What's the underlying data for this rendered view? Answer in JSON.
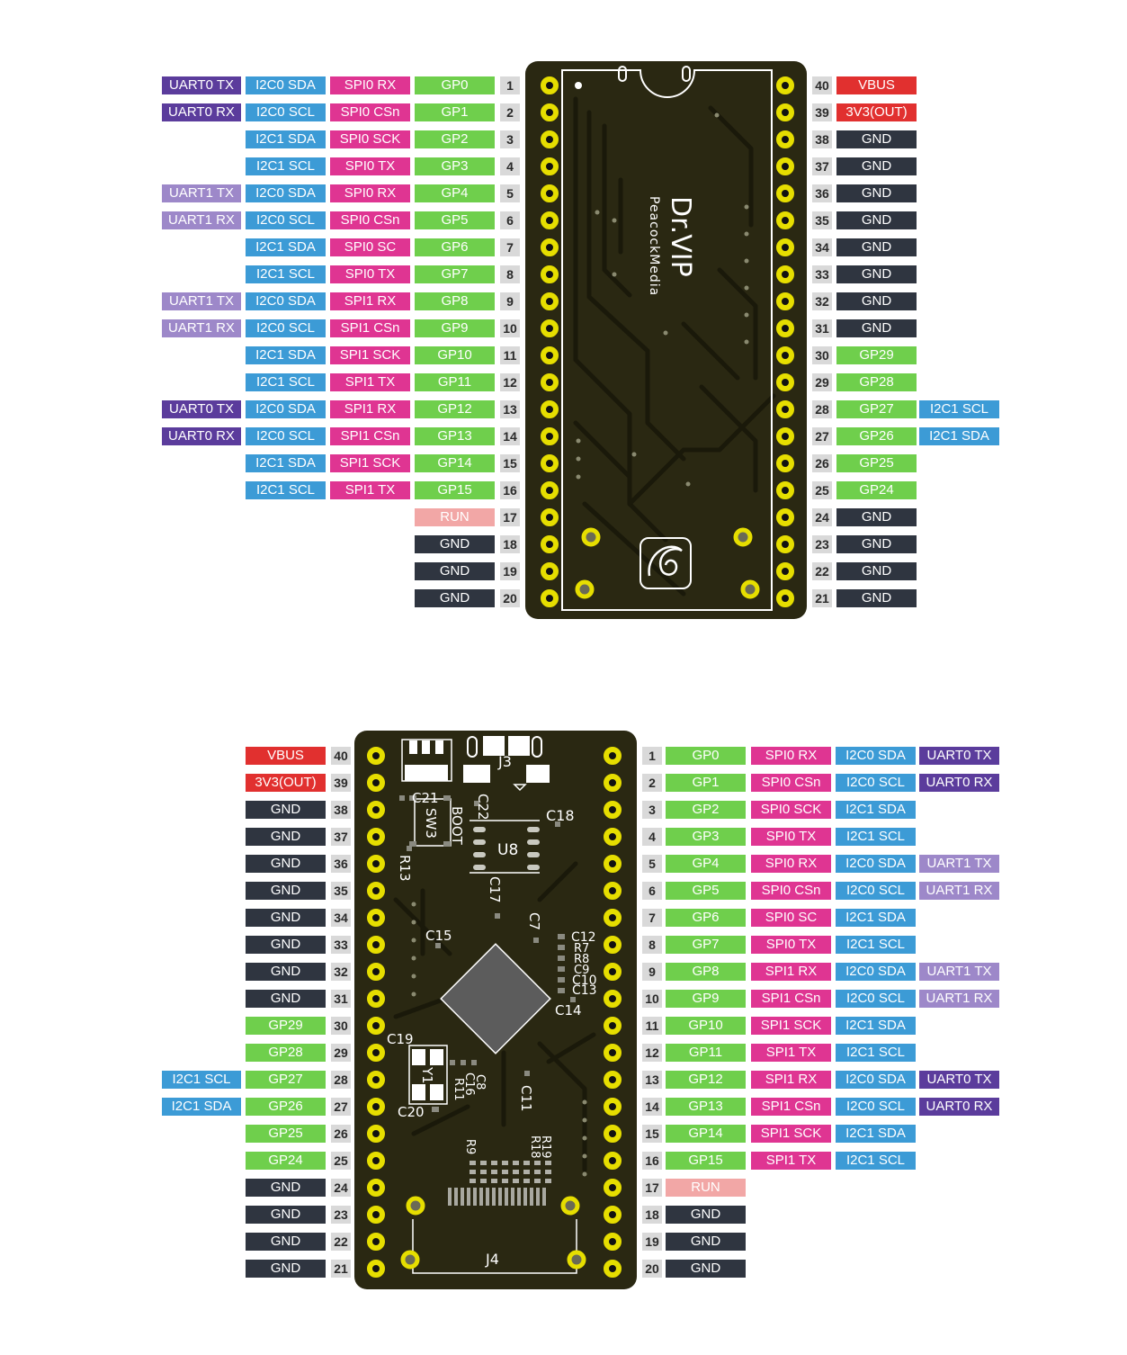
{
  "colors": {
    "uart0": "#5b3c9c",
    "uart1": "#9d88c9",
    "i2c": "#3c9bd6",
    "spi": "#df3592",
    "gpio": "#6fcf4c",
    "ground": "#2f3540",
    "power": "#e1302f",
    "run": "#f2a7a6",
    "pcb": "#2a2812",
    "pad": "#e6de00"
  },
  "top_board": {
    "silkscreen": {
      "brand": "Dr.VIP",
      "maker": "PeacockMedia"
    },
    "left_pins": [
      {
        "pin": "1",
        "uart": "UART0 TX",
        "i2c": "I2C0 SDA",
        "spi": "SPI0 RX",
        "main": "GP0"
      },
      {
        "pin": "2",
        "uart": "UART0 RX",
        "i2c": "I2C0 SCL",
        "spi": "SPI0 CSn",
        "main": "GP1"
      },
      {
        "pin": "3",
        "i2c": "I2C1 SDA",
        "spi": "SPI0 SCK",
        "main": "GP2"
      },
      {
        "pin": "4",
        "i2c": "I2C1 SCL",
        "spi": "SPI0 TX",
        "main": "GP3"
      },
      {
        "pin": "5",
        "uart": "UART1 TX",
        "i2c": "I2C0 SDA",
        "spi": "SPI0 RX",
        "main": "GP4"
      },
      {
        "pin": "6",
        "uart": "UART1 RX",
        "i2c": "I2C0 SCL",
        "spi": "SPI0 CSn",
        "main": "GP5"
      },
      {
        "pin": "7",
        "i2c": "I2C1 SDA",
        "spi": "SPI0 SC",
        "main": "GP6"
      },
      {
        "pin": "8",
        "i2c": "I2C1 SCL",
        "spi": "SPI0 TX",
        "main": "GP7"
      },
      {
        "pin": "9",
        "uart": "UART1 TX",
        "i2c": "I2C0 SDA",
        "spi": "SPI1 RX",
        "main": "GP8"
      },
      {
        "pin": "10",
        "uart": "UART1 RX",
        "i2c": "I2C0 SCL",
        "spi": "SPI1 CSn",
        "main": "GP9"
      },
      {
        "pin": "11",
        "i2c": "I2C1 SDA",
        "spi": "SPI1 SCK",
        "main": "GP10"
      },
      {
        "pin": "12",
        "i2c": "I2C1 SCL",
        "spi": "SPI1 TX",
        "main": "GP11"
      },
      {
        "pin": "13",
        "uart": "UART0 TX",
        "i2c": "I2C0 SDA",
        "spi": "SPI1 RX",
        "main": "GP12"
      },
      {
        "pin": "14",
        "uart": "UART0 RX",
        "i2c": "I2C0 SCL",
        "spi": "SPI1 CSn",
        "main": "GP13"
      },
      {
        "pin": "15",
        "i2c": "I2C1 SDA",
        "spi": "SPI1 SCK",
        "main": "GP14"
      },
      {
        "pin": "16",
        "i2c": "I2C1 SCL",
        "spi": "SPI1 TX",
        "main": "GP15"
      },
      {
        "pin": "17",
        "main": "RUN"
      },
      {
        "pin": "18",
        "main": "GND"
      },
      {
        "pin": "19",
        "main": "GND"
      },
      {
        "pin": "20",
        "main": "GND"
      }
    ],
    "right_pins": [
      {
        "pin": "40",
        "main": "VBUS"
      },
      {
        "pin": "39",
        "main": "3V3(OUT)"
      },
      {
        "pin": "38",
        "main": "GND"
      },
      {
        "pin": "37",
        "main": "GND"
      },
      {
        "pin": "36",
        "main": "GND"
      },
      {
        "pin": "35",
        "main": "GND"
      },
      {
        "pin": "34",
        "main": "GND"
      },
      {
        "pin": "33",
        "main": "GND"
      },
      {
        "pin": "32",
        "main": "GND"
      },
      {
        "pin": "31",
        "main": "GND"
      },
      {
        "pin": "30",
        "main": "GP29"
      },
      {
        "pin": "29",
        "main": "GP28"
      },
      {
        "pin": "28",
        "main": "GP27",
        "i2c": "I2C1 SCL"
      },
      {
        "pin": "27",
        "main": "GP26",
        "i2c": "I2C1 SDA"
      },
      {
        "pin": "26",
        "main": "GP25"
      },
      {
        "pin": "25",
        "main": "GP24"
      },
      {
        "pin": "24",
        "main": "GND"
      },
      {
        "pin": "23",
        "main": "GND"
      },
      {
        "pin": "22",
        "main": "GND"
      },
      {
        "pin": "21",
        "main": "GND"
      }
    ]
  },
  "bottom_board": {
    "silkscreen": [
      "C21",
      "SW3",
      "BOOT",
      "C22",
      "U8",
      "C18",
      "R13",
      "C17",
      "C7",
      "C15",
      "C12",
      "R7",
      "R8",
      "C9",
      "C10",
      "C13",
      "C14",
      "C19",
      "Y1",
      "C8",
      "C16",
      "R11",
      "C20",
      "C11",
      "R19",
      "R18",
      "R9",
      "J3",
      "J4"
    ],
    "left_pins": [
      {
        "pin": "40",
        "main": "VBUS"
      },
      {
        "pin": "39",
        "main": "3V3(OUT)"
      },
      {
        "pin": "38",
        "main": "GND"
      },
      {
        "pin": "37",
        "main": "GND"
      },
      {
        "pin": "36",
        "main": "GND"
      },
      {
        "pin": "35",
        "main": "GND"
      },
      {
        "pin": "34",
        "main": "GND"
      },
      {
        "pin": "33",
        "main": "GND"
      },
      {
        "pin": "32",
        "main": "GND"
      },
      {
        "pin": "31",
        "main": "GND"
      },
      {
        "pin": "30",
        "main": "GP29"
      },
      {
        "pin": "29",
        "main": "GP28"
      },
      {
        "pin": "28",
        "main": "GP27",
        "i2c": "I2C1 SCL"
      },
      {
        "pin": "27",
        "main": "GP26",
        "i2c": "I2C1 SDA"
      },
      {
        "pin": "26",
        "main": "GP25"
      },
      {
        "pin": "25",
        "main": "GP24"
      },
      {
        "pin": "24",
        "main": "GND"
      },
      {
        "pin": "23",
        "main": "GND"
      },
      {
        "pin": "22",
        "main": "GND"
      },
      {
        "pin": "21",
        "main": "GND"
      }
    ],
    "right_pins": [
      {
        "pin": "1",
        "uart": "UART0 TX",
        "i2c": "I2C0 SDA",
        "spi": "SPI0 RX",
        "main": "GP0"
      },
      {
        "pin": "2",
        "uart": "UART0 RX",
        "i2c": "I2C0 SCL",
        "spi": "SPI0 CSn",
        "main": "GP1"
      },
      {
        "pin": "3",
        "i2c": "I2C1 SDA",
        "spi": "SPI0 SCK",
        "main": "GP2"
      },
      {
        "pin": "4",
        "i2c": "I2C1 SCL",
        "spi": "SPI0 TX",
        "main": "GP3"
      },
      {
        "pin": "5",
        "uart": "UART1 TX",
        "i2c": "I2C0 SDA",
        "spi": "SPI0 RX",
        "main": "GP4"
      },
      {
        "pin": "6",
        "uart": "UART1 RX",
        "i2c": "I2C0 SCL",
        "spi": "SPI0 CSn",
        "main": "GP5"
      },
      {
        "pin": "7",
        "i2c": "I2C1 SDA",
        "spi": "SPI0 SC",
        "main": "GP6"
      },
      {
        "pin": "8",
        "i2c": "I2C1 SCL",
        "spi": "SPI0 TX",
        "main": "GP7"
      },
      {
        "pin": "9",
        "uart": "UART1 TX",
        "i2c": "I2C0 SDA",
        "spi": "SPI1 RX",
        "main": "GP8"
      },
      {
        "pin": "10",
        "uart": "UART1 RX",
        "i2c": "I2C0 SCL",
        "spi": "SPI1 CSn",
        "main": "GP9"
      },
      {
        "pin": "11",
        "i2c": "I2C1 SDA",
        "spi": "SPI1 SCK",
        "main": "GP10"
      },
      {
        "pin": "12",
        "i2c": "I2C1 SCL",
        "spi": "SPI1 TX",
        "main": "GP11"
      },
      {
        "pin": "13",
        "uart": "UART0 TX",
        "i2c": "I2C0 SDA",
        "spi": "SPI1 RX",
        "main": "GP12"
      },
      {
        "pin": "14",
        "uart": "UART0 RX",
        "i2c": "I2C0 SCL",
        "spi": "SPI1 CSn",
        "main": "GP13"
      },
      {
        "pin": "15",
        "i2c": "I2C1 SDA",
        "spi": "SPI1 SCK",
        "main": "GP14"
      },
      {
        "pin": "16",
        "i2c": "I2C1 SCL",
        "spi": "SPI1 TX",
        "main": "GP15"
      },
      {
        "pin": "17",
        "main": "RUN"
      },
      {
        "pin": "18",
        "main": "GND"
      },
      {
        "pin": "19",
        "main": "GND"
      },
      {
        "pin": "20",
        "main": "GND"
      }
    ]
  }
}
